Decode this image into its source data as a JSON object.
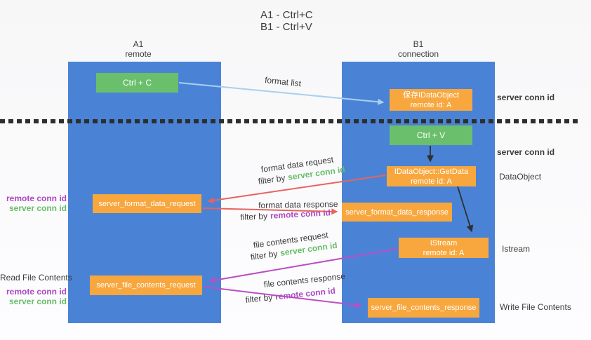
{
  "title": {
    "line1": "A1 - Ctrl+C",
    "line2": "B1 - Ctrl+V"
  },
  "lifelines": {
    "left": {
      "name": "A1",
      "subtitle": "remote"
    },
    "right": {
      "name": "B1",
      "subtitle": "connection"
    }
  },
  "nodes": {
    "ctrl_c": {
      "label": "Ctrl + C"
    },
    "ctrl_v": {
      "label": "Ctrl + V"
    },
    "save_dataobject": {
      "line1": "保存IDataObject",
      "line2": "remote id: A"
    },
    "getdata": {
      "line1": "IDataObject::GetData",
      "line2": "remote id: A"
    },
    "istream": {
      "line1": "IStream",
      "line2": "remote id: A"
    },
    "server_format_data_request": {
      "label": "server_format_data_request"
    },
    "server_format_data_response": {
      "label": "server_format_data_response"
    },
    "server_file_contents_request": {
      "label": "server_file_contents_request"
    },
    "server_file_contents_response": {
      "label": "server_file_contents_response"
    }
  },
  "labels": {
    "format_list": "format list",
    "format_data_request": "format data request",
    "format_data_response": "format data response",
    "file_contents_request": "file contents request",
    "file_contents_response": "file contents response",
    "filter_by": "filter by",
    "server_conn_id": "server conn id",
    "remote_conn_id": "remote conn id",
    "read_file_contents": "Read File Contents",
    "write_file_contents": "Write File Contents",
    "dataobject": "DataObject",
    "istream_side": "Istream"
  },
  "colors": {
    "lifeline_blue": "#4a83d6",
    "node_green": "#6abf6c",
    "node_orange": "#f7a73e",
    "arrow_lightblue": "#a9cff1",
    "arrow_red": "#e8635e",
    "arrow_magenta": "#bb4ec4",
    "arrow_black": "#2f2f2f",
    "text_green": "#67bd68",
    "text_magenta": "#ad49c0",
    "text_dark": "#3b3b3b"
  }
}
